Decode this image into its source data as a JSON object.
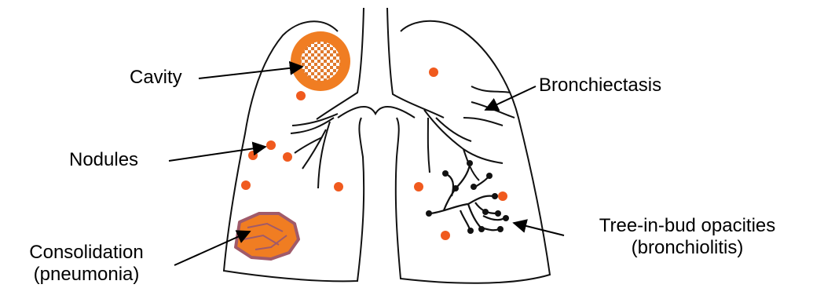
{
  "labels": {
    "cavity": "Cavity",
    "bronchiectasis": "Bronchiectasis",
    "nodules": "Nodules",
    "consolidation_line1": "Consolidation",
    "consolidation_line2": "(pneumonia)",
    "tib_line1": "Tree-in-bud opacities",
    "tib_line2": "(bronchiolitis)"
  },
  "colors": {
    "outline": "#111111",
    "lesion_orange": "#f05a1e",
    "cavity_fill": "#f07d22",
    "consolidation_fill": "#f07d22",
    "consolidation_edge": "#a05a6a"
  }
}
